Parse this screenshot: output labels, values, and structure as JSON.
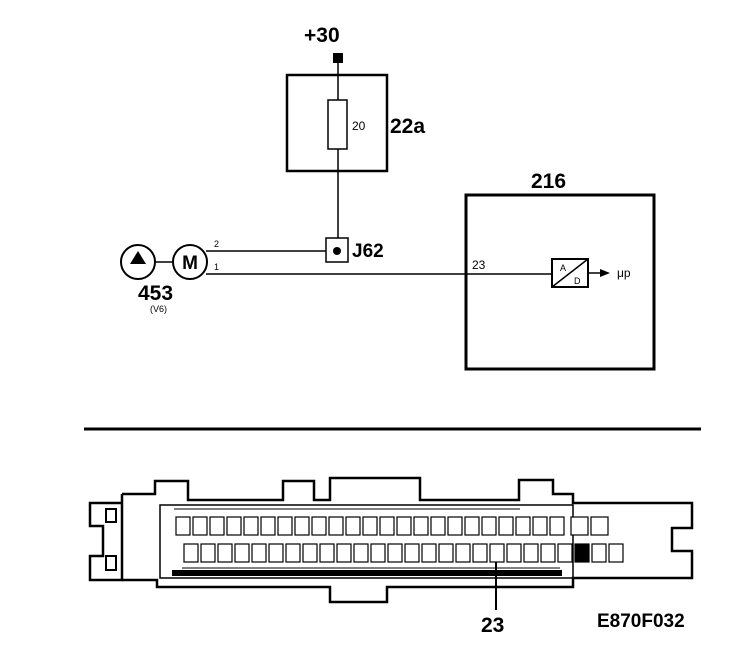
{
  "supply": {
    "label": "+30"
  },
  "fuse": {
    "pin": "20",
    "label": "22a"
  },
  "junction": {
    "label": "J62"
  },
  "pump": {
    "motor_symbol": "M",
    "pin_2": "2",
    "pin_1": "1",
    "label": "453",
    "variant": "(V6)"
  },
  "ecu": {
    "label": "216",
    "input_pin": "23",
    "converter_top": "A",
    "converter_bottom": "D",
    "output": "μp"
  },
  "connector": {
    "row1_count": 25,
    "row2_count": 26,
    "highlighted_row": 2,
    "highlighted_index": 24,
    "highlight_label": "23"
  },
  "figure_code": "E870F032"
}
